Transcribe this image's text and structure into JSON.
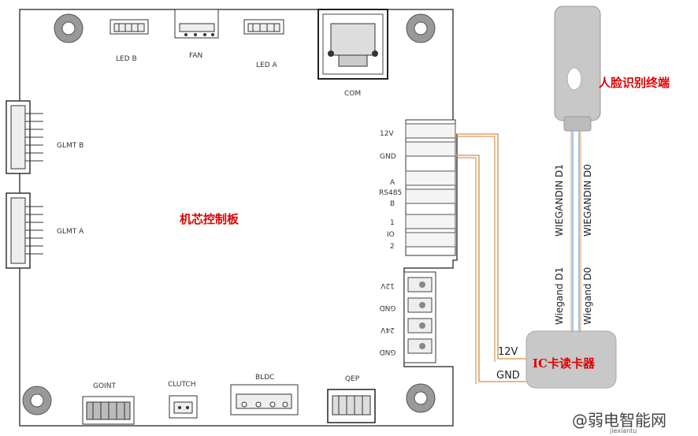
{
  "board": {
    "title": "机芯控制板",
    "connectors": {
      "led_b": "LED B",
      "fan": "FAN",
      "led_a": "LED A",
      "com": "COM",
      "glmt_b": "GLMT B",
      "glmt_a": "GLMT A",
      "goint": "GOINT",
      "clutch": "CLUTCH",
      "bldc": "BLDC",
      "qep": "QEP"
    },
    "terminal_labels": {
      "v12": "12V",
      "gnd": "GND",
      "a": "A",
      "rs485": "RS485",
      "b": "B",
      "io1": "1",
      "io": "IO",
      "io2": "2"
    },
    "power_labels": {
      "v12": "12V",
      "gnd1": "GND",
      "v24": "24V",
      "gnd2": "GND"
    }
  },
  "face_terminal": {
    "label": "人脸识别终端"
  },
  "ic_reader": {
    "label": "IC卡读卡器",
    "pin_12v": "12V",
    "pin_gnd": "GND"
  },
  "wires": {
    "wiegandin_d1": "WIEGANDIN D1",
    "wiegandin_d0": "WIEGANDIN D0",
    "wiegand_d1": "Wiegand D1",
    "wiegand_d0": "Wiegand D0"
  },
  "watermark": {
    "text": "@弱电智能网",
    "sub": "jiexiantu"
  },
  "colors": {
    "board_outline": "#444444",
    "wire_orange": "#e0a060",
    "wire_blue": "#8ab4e0",
    "reader_fill": "#c8c8c8",
    "title_red": "#e00000"
  }
}
